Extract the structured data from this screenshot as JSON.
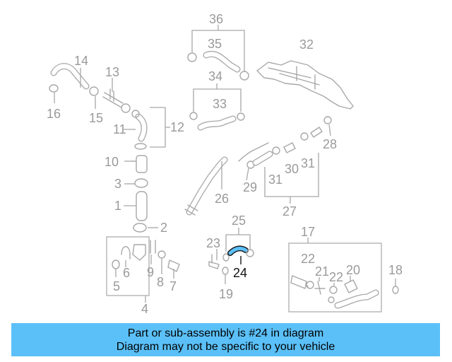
{
  "diagram": {
    "highlight_color": "#5bc0f8",
    "callouts": [
      "1",
      "2",
      "3",
      "4",
      "5",
      "6",
      "7",
      "8",
      "9",
      "10",
      "11",
      "12",
      "13",
      "14",
      "15",
      "16",
      "17",
      "18",
      "19",
      "20",
      "21",
      "22",
      "23",
      "24",
      "25",
      "26",
      "27",
      "28",
      "29",
      "30",
      "31",
      "32",
      "33",
      "34",
      "35",
      "36"
    ],
    "highlighted": "24"
  },
  "banner": {
    "line1": "Part or sub-assembly is #24 in diagram",
    "line2": "Diagram may not be specific to your vehicle",
    "color": "#5bc0f8"
  }
}
